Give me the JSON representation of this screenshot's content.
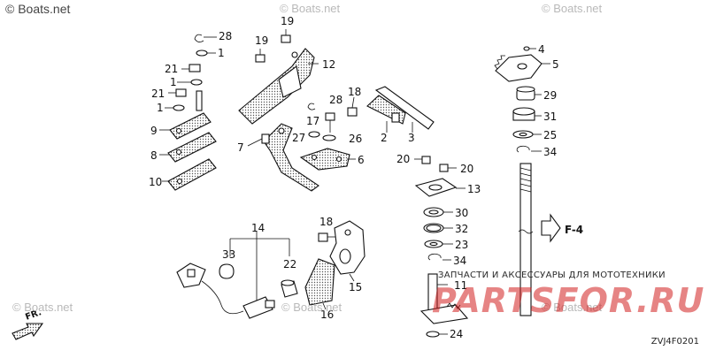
{
  "watermarks": {
    "main": "Boats.net",
    "soft": "Boats.net"
  },
  "banner_text": "ЗАПЧАСТИ И АКСЕССУАРЫ ДЛЯ МОТОТЕХНИКИ",
  "logo_text": "PARTSFOR.RU",
  "diagram_code": "ZVJ4F0201",
  "ref_labels": {
    "f4": "F-4",
    "fr": "FR."
  },
  "callouts": [
    {
      "id": "c28a",
      "label": "28"
    },
    {
      "id": "c1a",
      "label": "1"
    },
    {
      "id": "c21a",
      "label": "21"
    },
    {
      "id": "c1b",
      "label": "1"
    },
    {
      "id": "c21b",
      "label": "21"
    },
    {
      "id": "c1c",
      "label": "1"
    },
    {
      "id": "c9",
      "label": "9"
    },
    {
      "id": "c8",
      "label": "8"
    },
    {
      "id": "c10",
      "label": "10"
    },
    {
      "id": "c19a",
      "label": "19"
    },
    {
      "id": "c19b",
      "label": "19"
    },
    {
      "id": "c12",
      "label": "12"
    },
    {
      "id": "c28b",
      "label": "28"
    },
    {
      "id": "c18a",
      "label": "18"
    },
    {
      "id": "c17",
      "label": "17"
    },
    {
      "id": "c27",
      "label": "27"
    },
    {
      "id": "c26",
      "label": "26"
    },
    {
      "id": "c7",
      "label": "7"
    },
    {
      "id": "c6",
      "label": "6"
    },
    {
      "id": "c2",
      "label": "2"
    },
    {
      "id": "c3",
      "label": "3"
    },
    {
      "id": "c20a",
      "label": "20"
    },
    {
      "id": "c20b",
      "label": "20"
    },
    {
      "id": "c13",
      "label": "13"
    },
    {
      "id": "c30",
      "label": "30"
    },
    {
      "id": "c32",
      "label": "32"
    },
    {
      "id": "c23",
      "label": "23"
    },
    {
      "id": "c34a",
      "label": "34"
    },
    {
      "id": "c11",
      "label": "11"
    },
    {
      "id": "c24",
      "label": "24"
    },
    {
      "id": "c4",
      "label": "4"
    },
    {
      "id": "c5",
      "label": "5"
    },
    {
      "id": "c29",
      "label": "29"
    },
    {
      "id": "c31",
      "label": "31"
    },
    {
      "id": "c25",
      "label": "25"
    },
    {
      "id": "c34b",
      "label": "34"
    },
    {
      "id": "c14",
      "label": "14"
    },
    {
      "id": "c33",
      "label": "33"
    },
    {
      "id": "c22",
      "label": "22"
    },
    {
      "id": "c18b",
      "label": "18"
    },
    {
      "id": "c15",
      "label": "15"
    },
    {
      "id": "c16",
      "label": "16"
    }
  ]
}
